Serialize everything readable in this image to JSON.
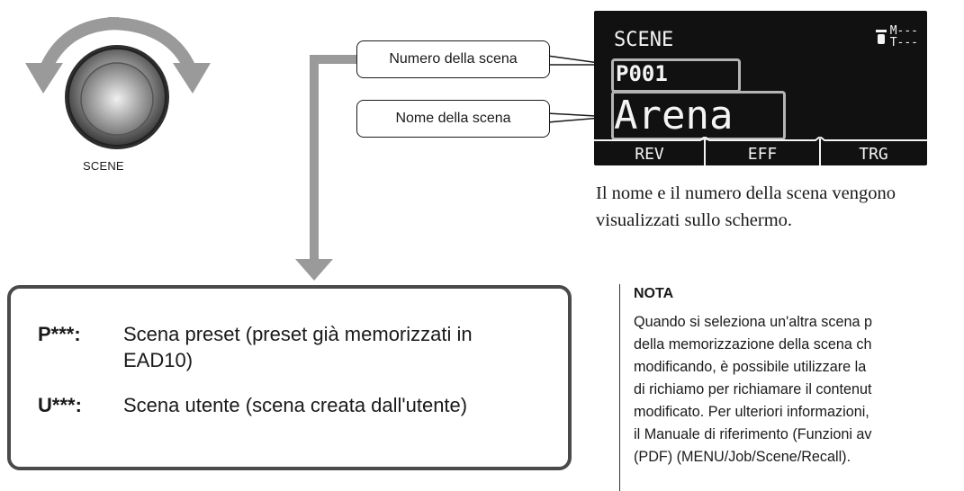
{
  "knob": {
    "label": "SCENE"
  },
  "callouts": {
    "number": "Numero della scena",
    "name": "Nome della scena"
  },
  "lcd": {
    "mode": "SCENE",
    "status_top": "M---",
    "status_bottom": "T---",
    "scene_number": "P001",
    "scene_name": "Arena",
    "softkeys": [
      "REV",
      "EFF",
      "TRG"
    ]
  },
  "caption": "Il nome e il numero della scena vengono visualizzati sullo schermo.",
  "scene_types": [
    {
      "code": "P***:",
      "description": "Scena preset (preset già memorizzati in EAD10)"
    },
    {
      "code": "U***:",
      "description": "Scena utente (scena creata dall'utente)"
    }
  ],
  "note": {
    "title": "NOTA",
    "body": "Quando si seleziona un'altra scena p\ndella memorizzazione della scena ch\nmodificando, è possibile utilizzare la\ndi richiamo per richiamare il contenut\nmodificato. Per ulteriori informazioni,\nil Manuale di riferimento (Funzioni av\n(PDF) (MENU/Job/Scene/Recall)."
  },
  "colors": {
    "arrow_gray": "#9a9a9a",
    "lcd_background": "#111111",
    "highlight_gray": "#b4b4b4"
  }
}
